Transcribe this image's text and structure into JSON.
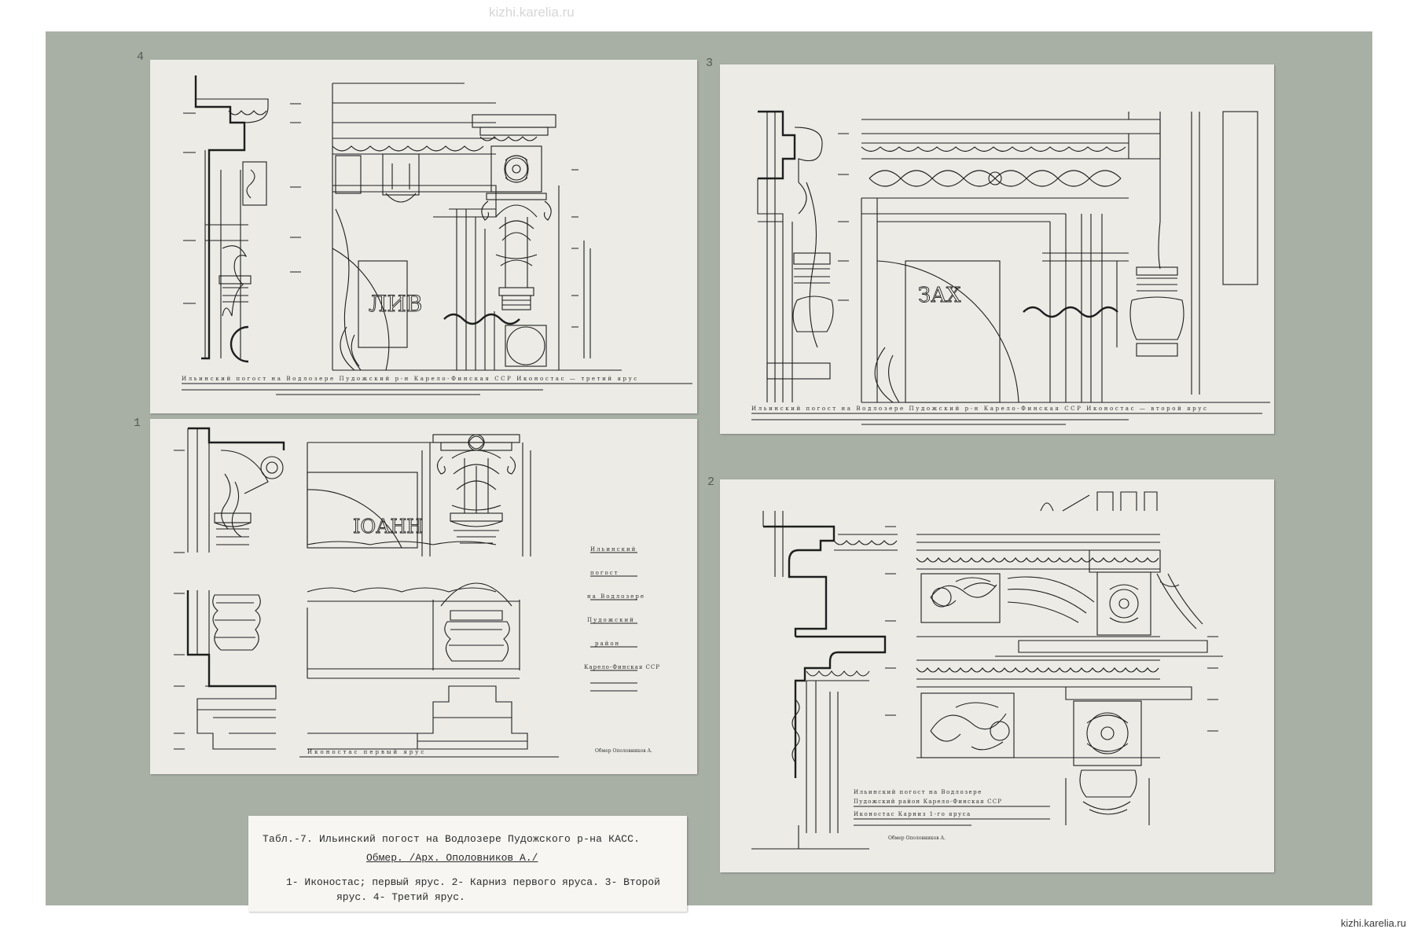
{
  "watermark": {
    "top": "kizhi.karelia.ru",
    "bottom_right": "kizhi.karelia.ru"
  },
  "sheet_numbers": {
    "sheet_a": "4",
    "sheet_b": "3",
    "sheet_c": "1",
    "sheet_d": "2"
  },
  "inscriptions": {
    "sheet_a": "ЛИВ",
    "sheet_b": "ЗАХ",
    "sheet_c": "ІОАНН"
  },
  "caption": {
    "line1": "Табл.-7.   Ильинский погост на Водлозере Пудожского р-на КАСС.",
    "line2": "Обмер. /Арх. Ополовников А./",
    "line3": "1- Иконостас; первый ярус. 2- Карниз первого яруса. 3- Второй",
    "line4": "ярус. 4- Третий ярус."
  },
  "colors": {
    "board": "#a8afa5",
    "paper": "#ecebe5",
    "card": "#f7f6f2",
    "ink": "#1e1e1e"
  }
}
